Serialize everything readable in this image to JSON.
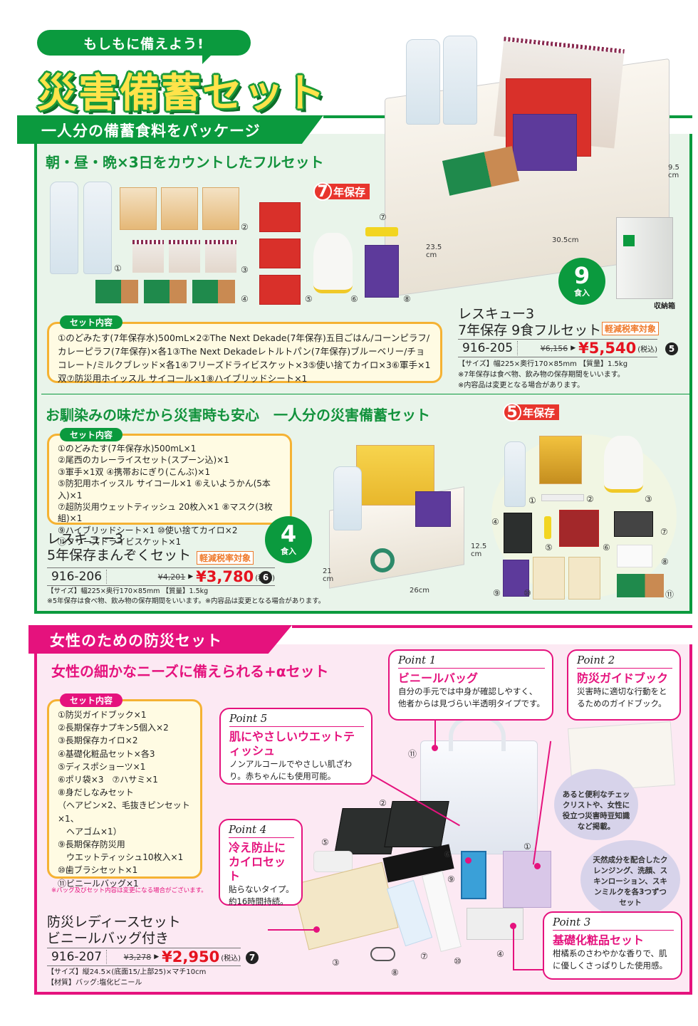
{
  "header": {
    "bubble": "もしもに備えよう!",
    "title": "災害備蓄セット"
  },
  "green_section": {
    "tab": "一人分の備蓄食料をパッケージ",
    "product1": {
      "headline": "朝・昼・晩×3日をカウントしたフルセット",
      "storage_badge_num": "7",
      "storage_badge_text": "年保存",
      "contents_label": "セット内容",
      "contents_text": "①のどみたす(7年保存水)500mL×2②The Next Dekade(7年保存)五目ごはん/コーンピラフ/カレーピラフ(7年保存)×各1③The Next Dekadeレトルトパン(7年保存)ブルーベリー/チョコレート/ミルクブレッド×各1④フリーズドライビスケット×3⑤使い捨てカイロ×3⑥軍手×1双⑦防災用ホイッスル サイコール×1⑧ハイブリッドシート×1",
      "item_labels": [
        "①",
        "②",
        "③",
        "④",
        "⑤",
        "⑥",
        "⑦",
        "⑧"
      ],
      "meal_count": "9",
      "meal_label": "食入",
      "storage_box_label": "収納箱",
      "dims": {
        "depth": "23.5\ncm",
        "width": "30.5cm",
        "height": "9.5\ncm"
      },
      "name_line1": "レスキュー3",
      "name_line2": "7年保存 9食フルセット",
      "tax_badge": "軽減税率対象",
      "code": "916-205",
      "old_price": "¥6,156",
      "price": "¥5,540",
      "tax_incl": "(税込)",
      "ref_num": "5",
      "size_spec": "【サイズ】幅225×奥行170×85mm 【質量】1.5kg",
      "note1": "※7年保存は食べ物、飲み物の保存期間をいいます。",
      "note2": "※内容品は変更となる場合があります。"
    },
    "product2": {
      "headline": "お馴染みの味だから災害時も安心　一人分の災害備蓄セット",
      "storage_badge_num": "5",
      "storage_badge_text": "年保存",
      "contents_label": "セット内容",
      "contents_lines": [
        "①のどみたす(7年保存水)500mL×1",
        "②尾西のカレーライスセット(スプーン込)×1",
        "③軍手×1双 ④携帯おにぎり(こんぶ)×1",
        "⑤防犯用ホイッスル サイコール×1 ⑥えいようかん(5本入)×1",
        "⑦超防災用ウェットティッシュ 20枚入×1 ⑧マスク(3枚組)×1",
        "⑨ハイブリッドシート×1 ⑩使い捨てカイロ×2",
        "⑪フリーズドライビスケット×1"
      ],
      "item_labels": [
        "①",
        "②",
        "③",
        "④",
        "⑤",
        "⑥",
        "⑦",
        "⑧",
        "⑨",
        "⑩",
        "⑪"
      ],
      "meal_count": "4",
      "meal_label": "食入",
      "dims": {
        "depth": "21\ncm",
        "width": "26cm",
        "height": "12.5\ncm"
      },
      "name_line1": "レスキュー3",
      "name_line2": "5年保存まんぞくセット",
      "tax_badge": "軽減税率対象",
      "code": "916-206",
      "old_price": "¥4,201",
      "price": "¥3,780",
      "tax_incl": "(税込)",
      "ref_num": "6",
      "size_spec": "【サイズ】幅225×奥行170×85mm 【質量】1.5kg",
      "note": "※5年保存は食べ物、飲み物の保存期間をいいます。※内容品は変更となる場合があります。"
    }
  },
  "pink_section": {
    "tab": "女性のための防災セット",
    "headline": "女性の細かなニーズに備えられる+αセット",
    "contents_label": "セット内容",
    "contents_lines": [
      "①防災ガイドブック×1",
      "②長期保存ナプキン5個入×2",
      "③長期保存カイロ×2",
      "④基礎化粧品セット×各3",
      "⑤ディスポショーツ×1",
      "⑥ポリ袋×3　⑦ハサミ×1",
      "⑧身だしなみセット",
      "（ヘアピン×2、毛抜きピンセット×1、",
      "ヘアゴム×1）",
      "⑨長期保存防災用",
      "ウエットティッシュ10枚入×1",
      "⑩歯ブラシセット×1",
      "⑪ビニールバッグ×1"
    ],
    "contents_note": "※バッグ及びセット内容は変更になる場合がございます。",
    "points": [
      {
        "label": "Point 1",
        "title": "ビニールバッグ",
        "desc": "自分の手元では中身が確認しやすく、他者からは見づらい半透明タイプです。"
      },
      {
        "label": "Point 2",
        "title": "防災ガイドブック",
        "desc": "災害時に適切な行動をとるためのガイドブック。"
      },
      {
        "label": "Point 3",
        "title": "基礎化粧品セット",
        "desc": "柑橘系のさわやかな香りで、肌に優しくさっぱりした使用感。"
      },
      {
        "label": "Point 4",
        "title": "冷え防止にカイロセット",
        "desc": "貼らないタイプ。約16時間持続。"
      },
      {
        "label": "Point 5",
        "title": "肌にやさしいウエットティッシュ",
        "desc": "ノンアルコールでやさしい肌ざわり。赤ちゃんにも使用可能。"
      }
    ],
    "bubble_guide": "あると便利なチェックリストや、女性に役立つ災害時豆知識など掲載。",
    "bubble_cosme": "天然成分を配合したクレンジング、洗顔、スキンローション、スキンミルクを各3つずつセット",
    "item_labels": [
      "①",
      "②",
      "③",
      "④",
      "⑤",
      "⑥",
      "⑦",
      "⑧",
      "⑨",
      "⑩",
      "⑪"
    ],
    "name_line1": "防災レディースセット",
    "name_line2": "ビニールバッグ付き",
    "code": "916-207",
    "old_price": "¥3,278",
    "price": "¥2,950",
    "tax_incl": "(税込)",
    "ref_num": "7",
    "size_spec": "【サイズ】縦24.5×(底面15/上部25)×マチ10cm",
    "material": "【材質】バッグ:塩化ビニール"
  },
  "colors": {
    "green": "#0b9a3e",
    "pink": "#e5127d",
    "price_red": "#e5131f",
    "badge_red": "#e8352d",
    "tax_orange": "#ef7a2b"
  }
}
